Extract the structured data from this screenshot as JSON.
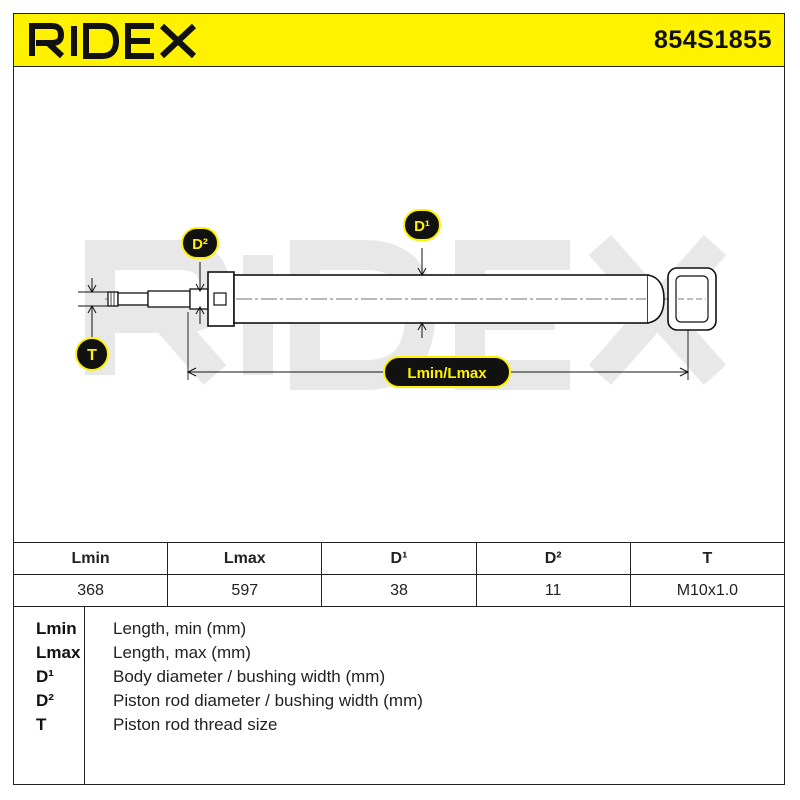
{
  "brand": {
    "name": "RIDEX",
    "accent_color": "#fff200"
  },
  "header": {
    "part_number": "854S1855"
  },
  "diagram": {
    "watermark": "RIDEX",
    "labels": {
      "d1": "D¹",
      "d2": "D²",
      "t": "T",
      "length": "Lmin/Lmax"
    }
  },
  "spec_table": {
    "headers": [
      "Lmin",
      "Lmax",
      "D¹",
      "D²",
      "T"
    ],
    "values": [
      "368",
      "597",
      "38",
      "11",
      "M10x1.0"
    ]
  },
  "legend": [
    {
      "key": "Lmin",
      "description": "Length, min (mm)"
    },
    {
      "key": "Lmax",
      "description": "Length, max (mm)"
    },
    {
      "key": "D¹",
      "description": "Body diameter / bushing width (mm)"
    },
    {
      "key": "D²",
      "description": "Piston rod diameter / bushing width (mm)"
    },
    {
      "key": "T",
      "description": "Piston rod thread size"
    }
  ]
}
